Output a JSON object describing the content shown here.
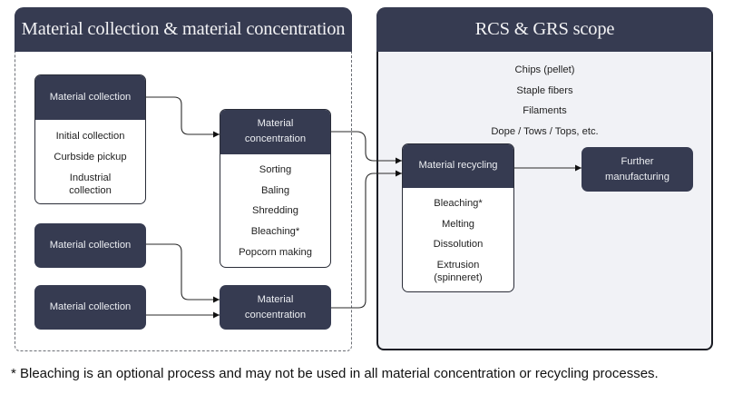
{
  "left_panel": {
    "title": "Material collection & material concentration",
    "collection_box_1": {
      "title": "Material collection",
      "items": [
        "Initial collection",
        "Curbside pickup",
        "Industrial collection"
      ]
    },
    "collection_box_2": {
      "title": "Material collection"
    },
    "collection_box_3": {
      "title": "Material collection"
    },
    "concentration_box_1": {
      "title": "Material concentration",
      "items": [
        "Sorting",
        "Baling",
        "Shredding",
        "Bleaching*",
        "Popcorn making"
      ]
    },
    "concentration_box_2": {
      "title": "Material concentration"
    }
  },
  "right_panel": {
    "title": "RCS & GRS scope",
    "outputs": [
      "Chips (pellet)",
      "Staple fibers",
      "Filaments",
      "Dope / Tows / Tops, etc."
    ],
    "recycling_box": {
      "title": "Material recycling",
      "items": [
        "Bleaching*",
        "Melting",
        "Dissolution",
        "Extrusion (spinneret)"
      ]
    },
    "manufacturing_box": {
      "title": "Further manufacturing"
    }
  },
  "footnote": "* Bleaching is an optional process and may not be used in all material concentration or recycling processes.",
  "colors": {
    "header_navy": "#363b51",
    "scope_background": "#f1f2f6",
    "connector": "#2a2a2a"
  }
}
